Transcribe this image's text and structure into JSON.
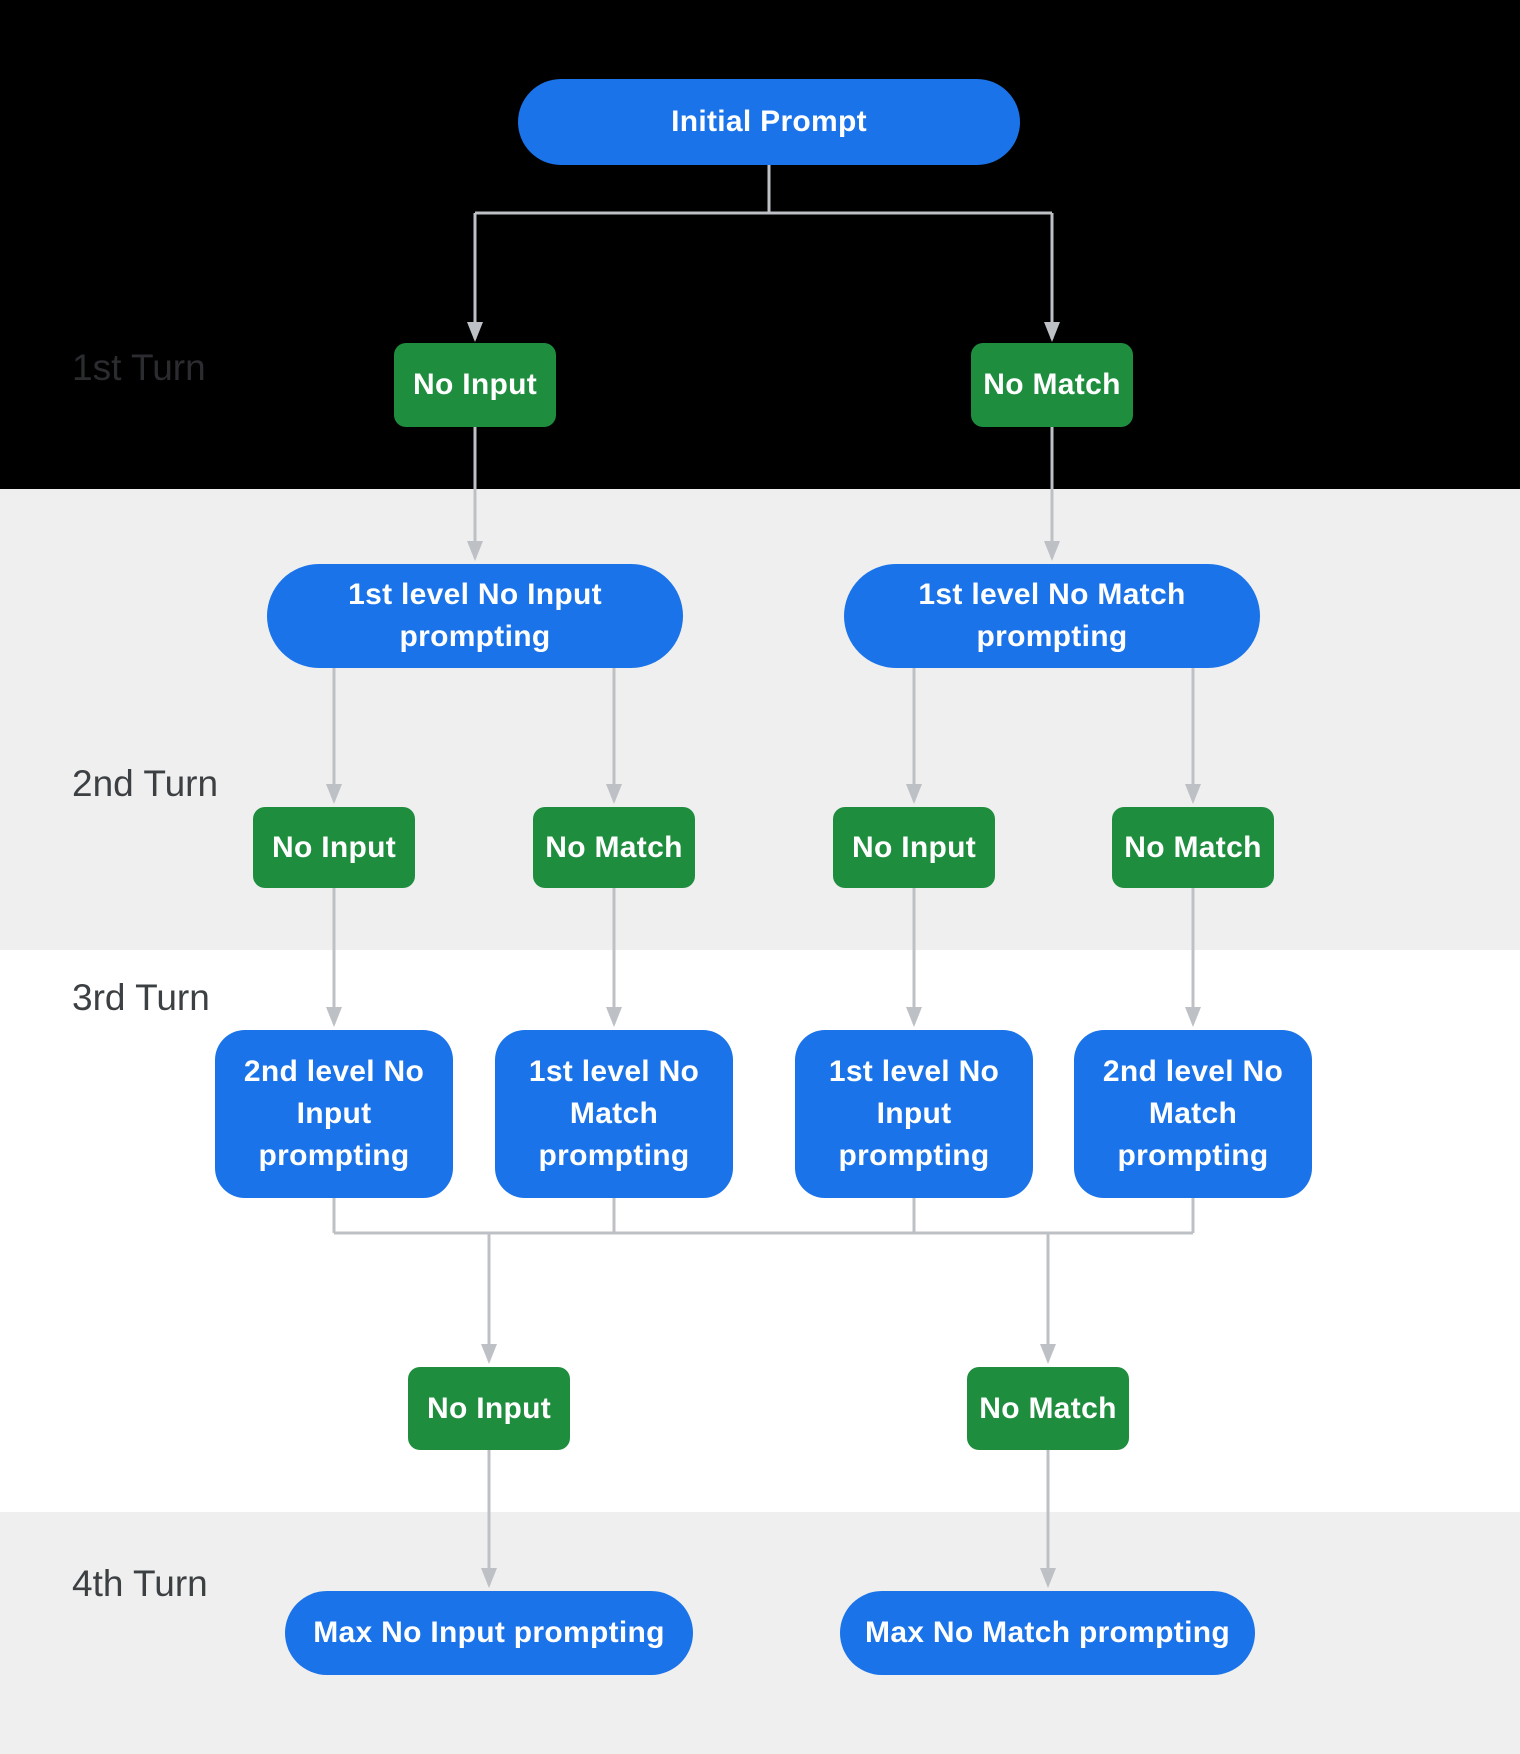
{
  "colors": {
    "background_black": "#000000",
    "background_gray": "#efefef",
    "background_white": "#ffffff",
    "node_blue": "#1a73e8",
    "node_green": "#1e8e3e",
    "node_text": "#ffffff",
    "connector_gray": "#bdc1c6",
    "turn_label": "#3c4043",
    "turn_label_on_black": "#2a2c2f"
  },
  "diagram": {
    "root_label": "Initial Prompt",
    "turn_labels": [
      "1st Turn",
      "2nd Turn",
      "3rd Turn",
      "4th Turn"
    ],
    "turn1": {
      "no_input_label": "No Input",
      "no_match_label": "No Match"
    },
    "turn2": {
      "prompts": [
        {
          "label": "1st level No Input prompting",
          "lines": [
            "1st level No Input",
            "prompting"
          ]
        },
        {
          "label": "1st level No Match prompting",
          "lines": [
            "1st level No Match",
            "prompting"
          ]
        }
      ],
      "events": [
        {
          "label": "No Input"
        },
        {
          "label": "No Match"
        },
        {
          "label": "No Input"
        },
        {
          "label": "No Match"
        }
      ]
    },
    "turn3": {
      "prompts": [
        {
          "label": "2nd level No Input prompting",
          "lines": [
            "2nd level No",
            "Input",
            "prompting"
          ]
        },
        {
          "label": "1st level No Match prompting",
          "lines": [
            "1st level No",
            "Match",
            "prompting"
          ]
        },
        {
          "label": "1st level No Input prompting",
          "lines": [
            "1st level No",
            "Input",
            "prompting"
          ]
        },
        {
          "label": "2nd level No Match prompting",
          "lines": [
            "2nd level No",
            "Match",
            "prompting"
          ]
        }
      ],
      "no_input_label": "No Input",
      "no_match_label": "No Match"
    },
    "turn4": {
      "max_no_input_label": "Max No Input prompting",
      "max_no_match_label": "Max No Match prompting"
    }
  }
}
